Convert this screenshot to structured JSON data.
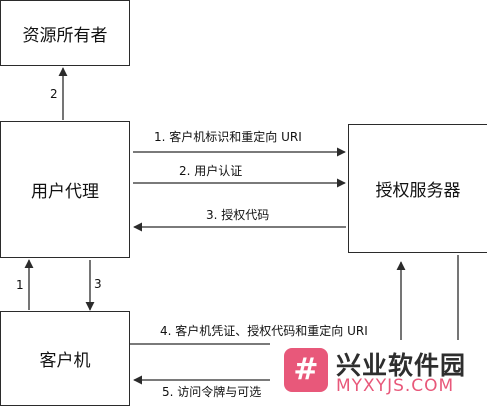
{
  "boxes": {
    "resource_owner": "资源所有者",
    "user_agent": "用户代理",
    "auth_server": "授权服务器",
    "client": "客户机"
  },
  "flows": {
    "f1": "1. 客户机标识和重定向 URI",
    "f2": "2. 用户认证",
    "f3": "3. 授权代码",
    "f4": "4. 客户机凭证、授权代码和重定向 URI",
    "f5": "5. 访问令牌与可选"
  },
  "side_numbers": {
    "owner_link": "2",
    "client_to_agent": "1",
    "agent_to_client": "3"
  },
  "watermark": {
    "logo_glyph": "#",
    "brand": "兴业软件园",
    "domain": "MYXYJS.COM",
    "color": "#e8587a"
  }
}
